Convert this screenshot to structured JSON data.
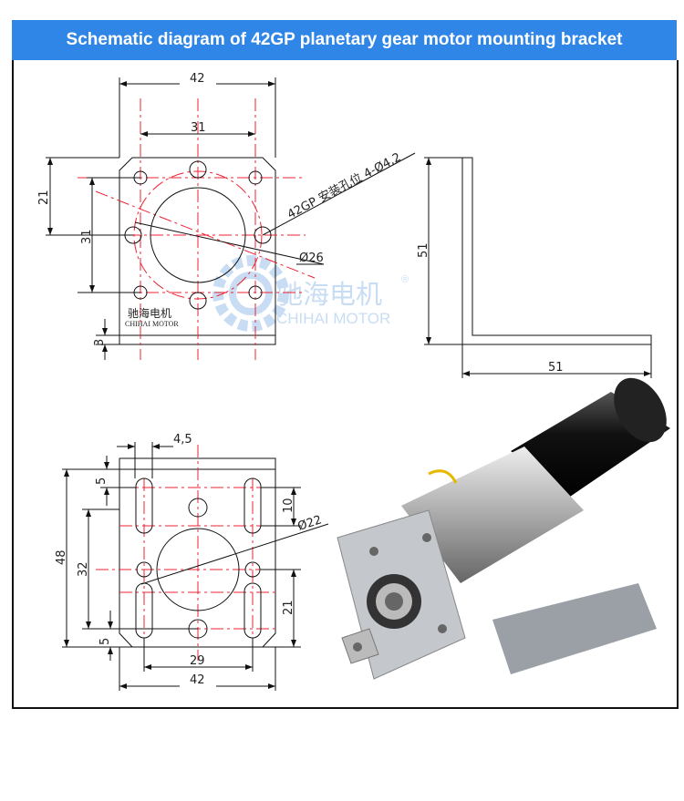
{
  "header": {
    "title": "Schematic diagram of 42GP planetary gear motor mounting bracket"
  },
  "top_view": {
    "width": "42",
    "hole_spacing_h": "31",
    "hole_spacing_v": "31",
    "offset": "21",
    "thickness": "3",
    "hole_note": "42GP 安装孔位 4-Ø4,2",
    "bore": "Ø26",
    "maker_cn": "驰海电机",
    "maker_en": "CHIHAI MOTOR"
  },
  "side_view": {
    "height": "51",
    "length": "51"
  },
  "bottom_view": {
    "slot_width": "4,5",
    "edge_top": "5",
    "edge_bottom": "5",
    "slot_length": "10",
    "bore": "Ø22",
    "height": "48",
    "slot_spacing": "32",
    "offset": "21",
    "slot_pitch": "29",
    "width": "42"
  },
  "watermark": {
    "cn": "驰海电机",
    "en": "CHIHAI MOTOR",
    "mark": "®"
  },
  "colors": {
    "header": "#2f86e6",
    "centerline": "#e23",
    "watermark": "#9cc3ea"
  }
}
